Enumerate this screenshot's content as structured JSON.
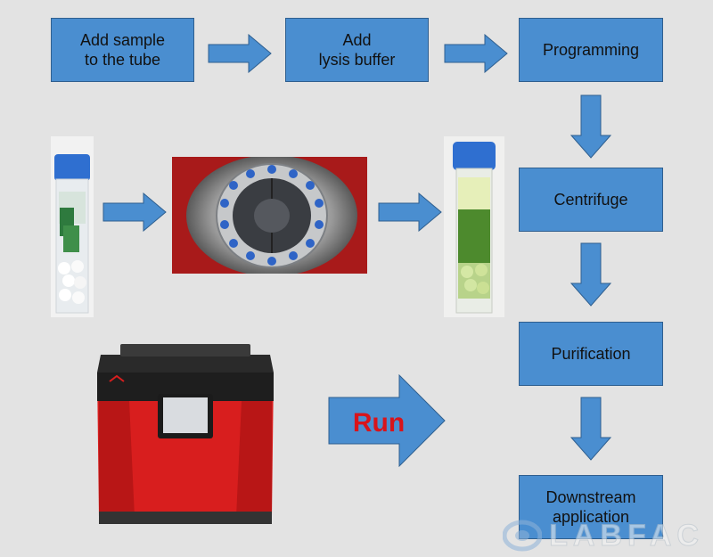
{
  "steps": {
    "add_sample": "Add sample\nto the tube",
    "add_buffer": "Add\nlysis buffer",
    "programming": "Programming",
    "centrifuge": "Centrifuge",
    "purification": "Purification",
    "downstream": "Downstream\napplication"
  },
  "run_label": "Run",
  "watermark": "LABFAC",
  "colors": {
    "box_fill": "#4a8ed0",
    "arrow_fill": "#4a8ed0",
    "run_text": "#d8141b",
    "background": "#e3e3e3"
  }
}
